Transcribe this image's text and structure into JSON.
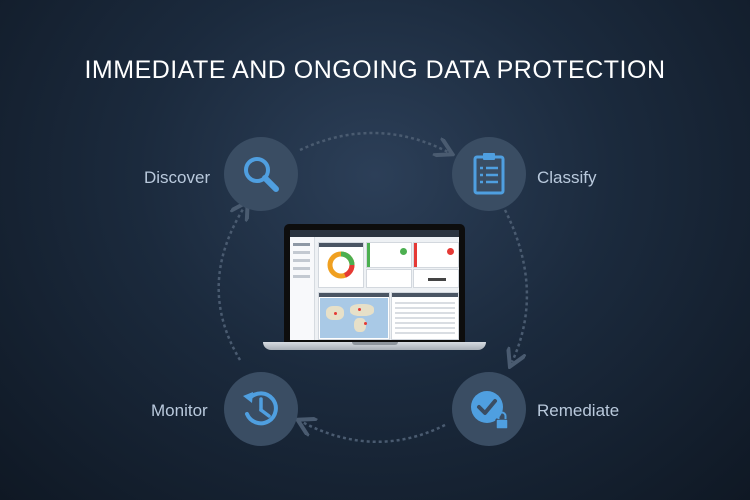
{
  "title": "IMMEDIATE  AND ONGOING DATA PROTECTION",
  "steps": [
    {
      "label": "Discover",
      "icon": "magnifier-icon"
    },
    {
      "label": "Classify",
      "icon": "clipboard-icon"
    },
    {
      "label": "Remediate",
      "icon": "check-lock-icon"
    },
    {
      "label": "Monitor",
      "icon": "clock-history-icon"
    }
  ],
  "colors": {
    "background": "#1b2a3d",
    "circle": "#3a4d63",
    "icon": "#4f9fe0",
    "label": "#b9c9dc",
    "arrow": "#4a5b70"
  }
}
